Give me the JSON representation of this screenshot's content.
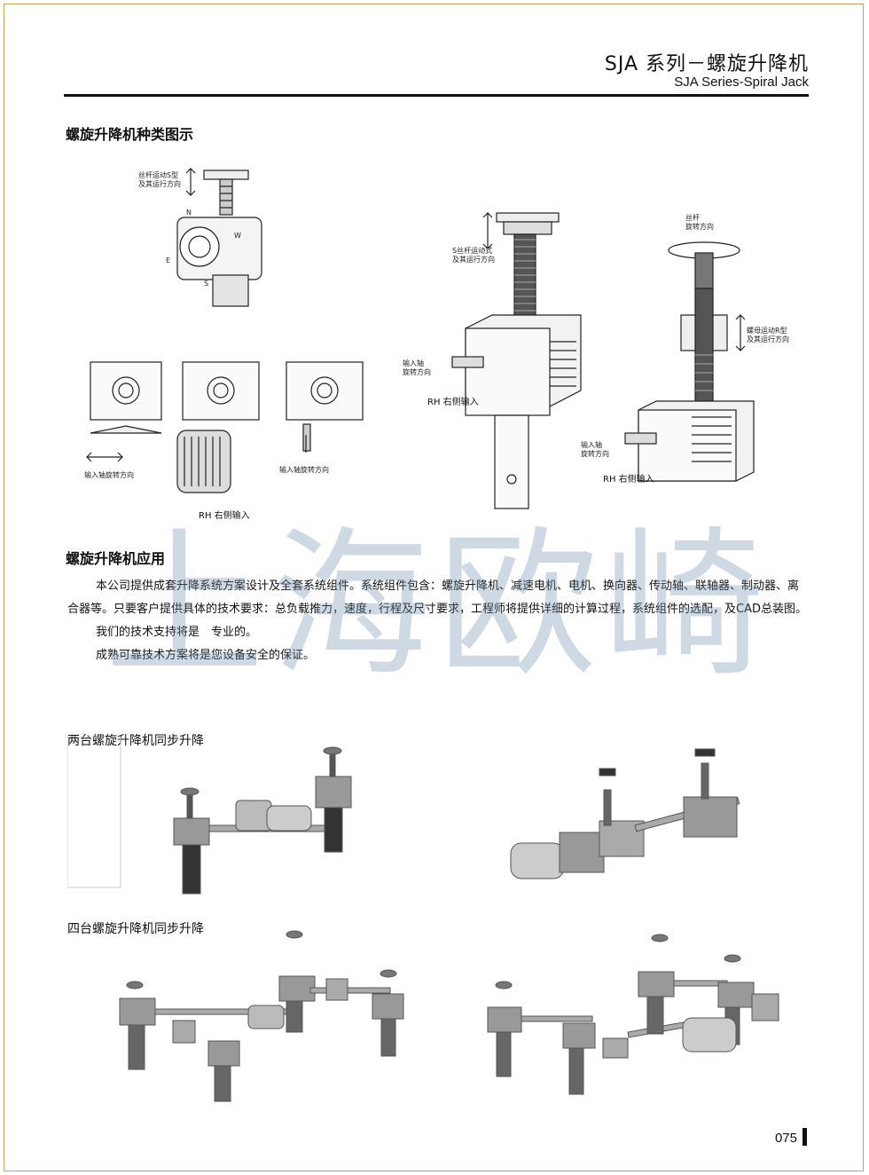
{
  "header": {
    "title_cn": "SJA 系列－螺旋升降机",
    "title_en": "SJA Series-Spiral Jack"
  },
  "section1": {
    "title": "螺旋升降机种类图示",
    "labels": {
      "screw_move_dir": "丝杆运动S型\n及其运行方向",
      "screw_move_dir_2": "S丝杆运动式\n及其运行方向",
      "screw_rotate_dir": "丝杆\n旋转方向",
      "nut_move_dir": "螺母运动R型\n及其运行方向",
      "input_shaft_rotate": "输入轴旋转方向",
      "input_shaft_rotate_2": "输入轴旋转方向",
      "input_shaft_rotate_3": "输入轴\n旋转方向",
      "input_shaft_rotate_4": "输入轴\n旋转方向",
      "rh_input_1": "RH 右侧输入",
      "rh_input_2": "RH 右侧输入",
      "rh_input_3": "RH 右侧输入",
      "compass_n": "N",
      "compass_w": "W",
      "compass_e": "E",
      "compass_s": "S"
    }
  },
  "section2": {
    "title": "螺旋升降机应用",
    "paragraph1": "本公司提供成套升降系统方案设计及全套系统组件。系统组件包含：螺旋升降机、减速电机、电机、换向器、传动轴、联轴器、制动器、离合器等。只要客户提供具体的技术要求：总负载推力，速度，行程及尺寸要求，工程师将提供详细的计算过程，系统组件的选配，及CAD总装图。",
    "paragraph2": "我们的技术支持将是　专业的。",
    "paragraph3": "成熟可靠技术方案将是您设备安全的保证。"
  },
  "captions": {
    "two_sync": "两台螺旋升降机同步升降",
    "four_sync": "四台螺旋升降机同步升降"
  },
  "watermark": "上海欧崎",
  "page_number": "075"
}
